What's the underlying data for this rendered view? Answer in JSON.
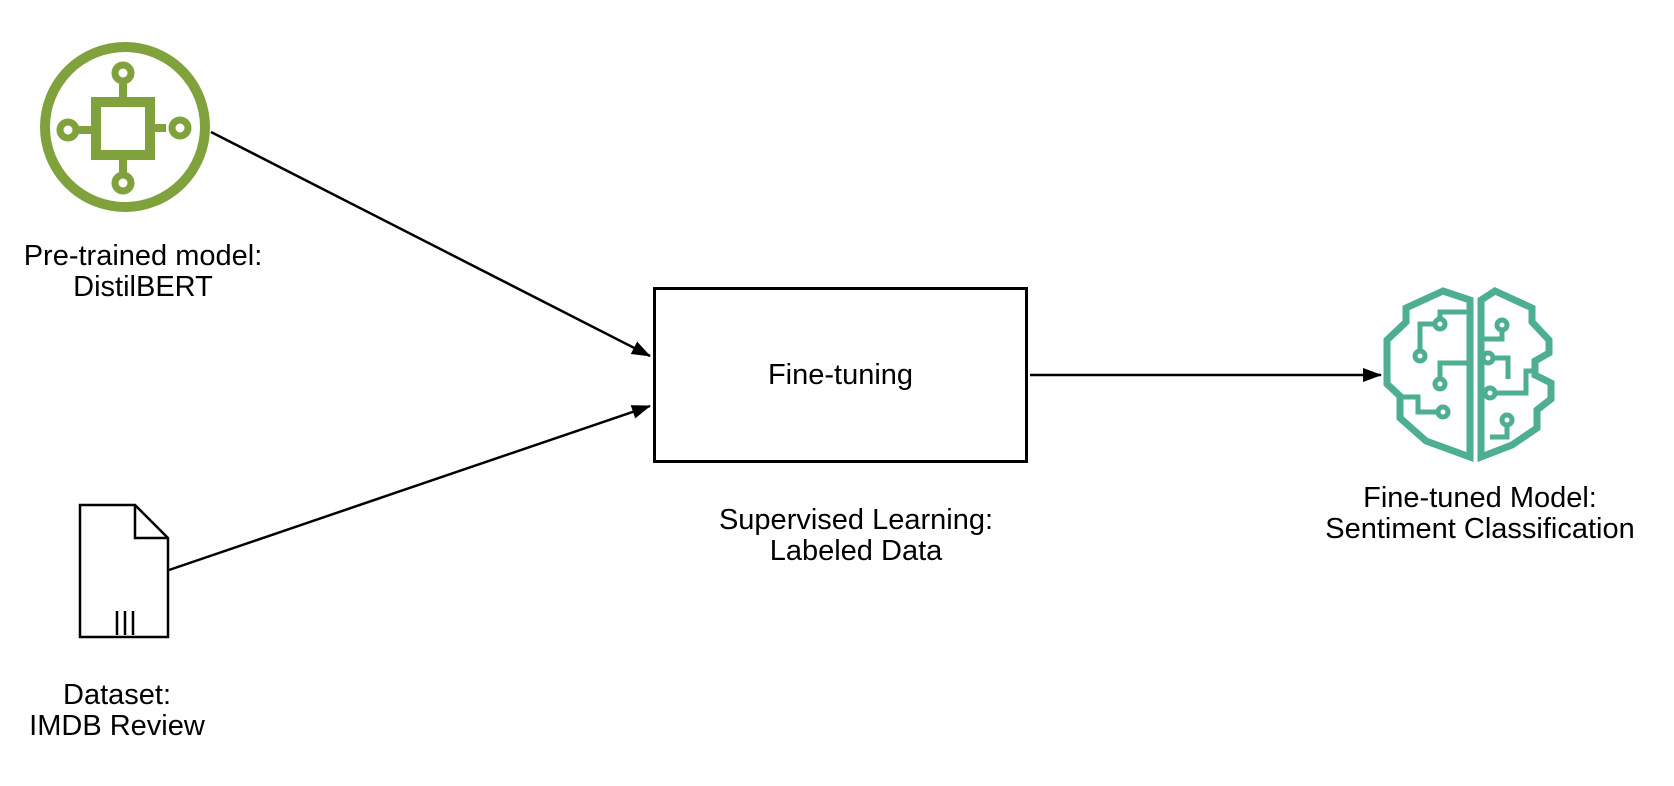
{
  "canvas": {
    "background": "#FFFFFF"
  },
  "colors": {
    "olive_green": "#7FA23C",
    "teal_green": "#4EAE92",
    "arrow_black": "#000000"
  },
  "nodes": {
    "pretrained": {
      "icon": "model-hub-icon",
      "line1": "Pre-trained model:",
      "line2": "DistilBERT"
    },
    "dataset": {
      "icon": "document-icon",
      "line1": "Dataset:",
      "line2": "IMDB Review"
    },
    "finetuning": {
      "shape": "rectangle",
      "label": "Fine-tuning",
      "caption1": "Supervised Learning:",
      "caption2": "Labeled Data"
    },
    "finetuned": {
      "icon": "brain-circuit-icon",
      "line1": "Fine-tuned Model:",
      "line2": "Sentiment Classification"
    }
  },
  "edges": [
    {
      "from": "pretrained",
      "to": "finetuning",
      "style": "solid",
      "arrowhead": "filled-triangle"
    },
    {
      "from": "dataset",
      "to": "finetuning",
      "style": "solid",
      "arrowhead": "filled-triangle"
    },
    {
      "from": "finetuning",
      "to": "finetuned",
      "style": "solid",
      "arrowhead": "filled-triangle"
    }
  ]
}
